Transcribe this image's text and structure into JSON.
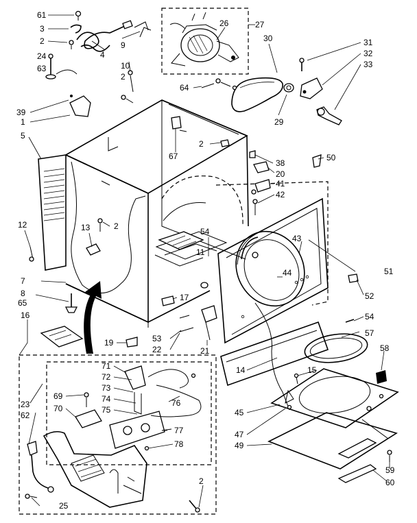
{
  "callouts": {
    "c61": "61",
    "c3": "3",
    "c2a": "2",
    "c24": "24",
    "c63": "63",
    "c4": "4",
    "c9": "9",
    "c10": "10",
    "c2b": "2",
    "c64": "64",
    "c26": "26",
    "c27": "27",
    "c30": "30",
    "c29": "29",
    "c31": "31",
    "c32": "32",
    "c33": "33",
    "c39": "39",
    "c1": "1",
    "c5": "5",
    "c67": "67",
    "c2c": "2",
    "c38": "38",
    "c20": "20",
    "c41": "41",
    "c42": "42",
    "c50": "50",
    "c12": "12",
    "c13": "13",
    "c2d": "2",
    "c54a": "54",
    "c11": "11",
    "c43": "43",
    "c51": "51",
    "c44": "44",
    "c52": "52",
    "c7": "7",
    "c8": "8",
    "c65": "65",
    "c16": "16",
    "c17": "17",
    "c54b": "54",
    "c57": "57",
    "c53": "53",
    "c22": "22",
    "c19": "19",
    "c21": "21",
    "c58": "58",
    "c14": "14",
    "c15": "15",
    "c23": "23",
    "c71": "71",
    "c72": "72",
    "c73": "73",
    "c74": "74",
    "c75": "75",
    "c69": "69",
    "c70": "70",
    "c76": "76",
    "c77": "77",
    "c78": "78",
    "c62": "62",
    "c45": "45",
    "c47": "47",
    "c49": "49",
    "c59": "59",
    "c60": "60",
    "c25": "25",
    "c2e": "2"
  }
}
